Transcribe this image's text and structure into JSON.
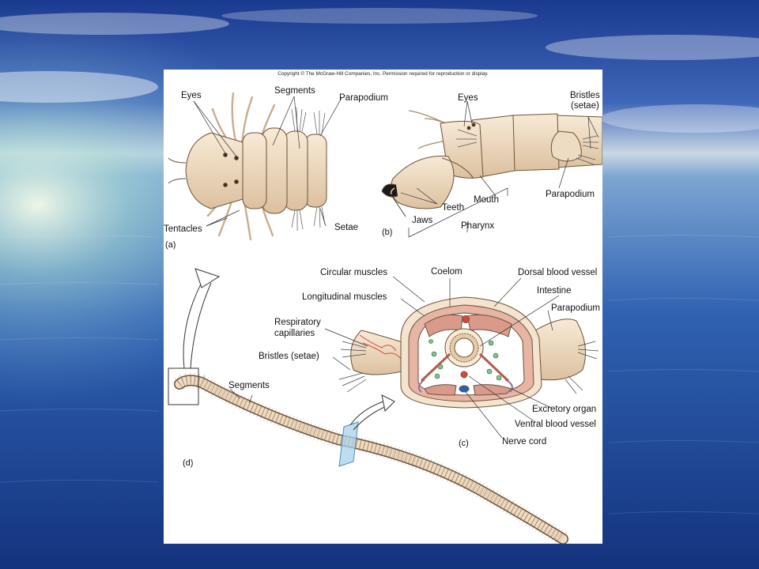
{
  "copyright": "Copyright © The McGraw-Hill Companies, Inc. Permission required for reproduction or display.",
  "panels": {
    "a": "(a)",
    "b": "(b)",
    "c": "(c)",
    "d": "(d)"
  },
  "labels_a": {
    "eyes": "Eyes",
    "segments": "Segments",
    "parapodium": "Parapodium",
    "tentacles": "Tentacles",
    "setae": "Setae"
  },
  "labels_b": {
    "eyes": "Eyes",
    "bristles_1": "Bristles",
    "bristles_2": "(setae)",
    "parapodium": "Parapodium",
    "mouth": "Mouth",
    "teeth": "Teeth",
    "jaws": "Jaws",
    "pharynx": "Pharynx"
  },
  "labels_c": {
    "circular_muscles": "Circular muscles",
    "coelom": "Coelom",
    "dorsal_blood_vessel": "Dorsal blood vessel",
    "longitudinal_muscles": "Longitudinal muscles",
    "intestine": "Intestine",
    "respiratory_1": "Respiratory",
    "respiratory_2": "capillaries",
    "parapodium": "Parapodium",
    "bristles": "Bristles (setae)",
    "excretory_organ": "Excretory organ",
    "ventral_blood_vessel": "Ventral blood vessel",
    "nerve_cord": "Nerve cord"
  },
  "labels_d": {
    "segments": "Segments"
  },
  "colors": {
    "body": "#f1ddc2",
    "body_shade": "#dcc1a0",
    "outline": "#6b5238",
    "muscle": "#e2a79a",
    "blood_red": "#d9453a",
    "coelom_green": "#7cc48a",
    "nerve_blue": "#1e64b4",
    "sky_top": "#1c3f94",
    "sea": "#2c5fb0"
  }
}
